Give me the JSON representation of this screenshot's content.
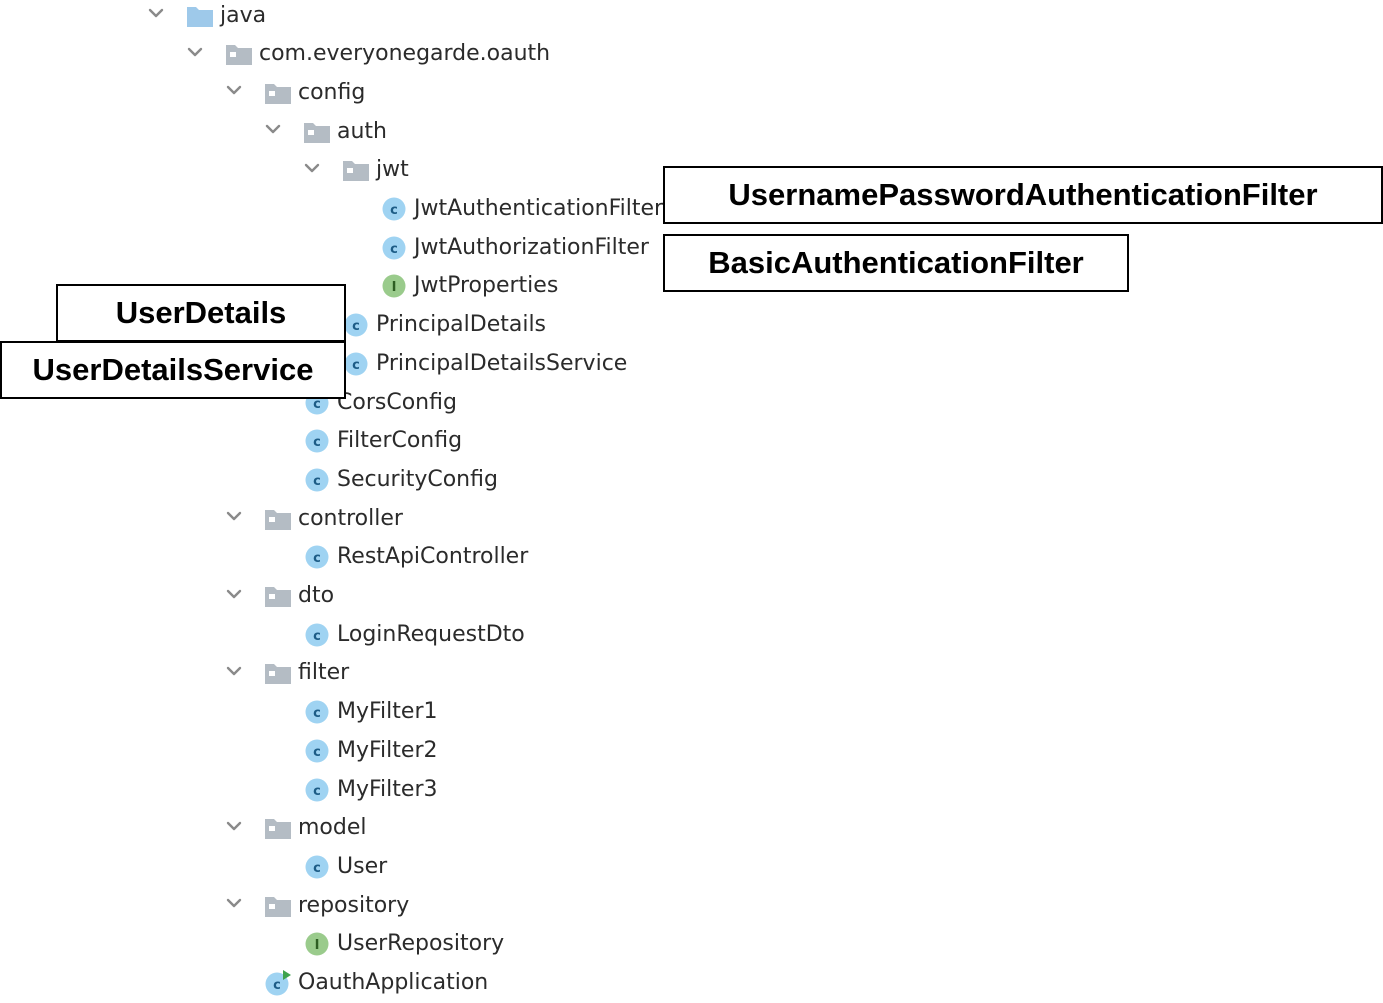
{
  "colors": {
    "folder": "#b4bcc4",
    "folder_java": "#9ec9ea",
    "class_icon_fill": "#9fd3f2",
    "class_icon_letter": "#1d5c86",
    "interface_icon_fill": "#9acb8c",
    "interface_icon_letter": "#2e5e23",
    "chevron": "#8a8a8a",
    "label_text": "#2b2b2b"
  },
  "tree": [
    {
      "label": "java",
      "icon": "folder-icon",
      "expanded": true
    },
    {
      "label": "com.everyonegarde.oauth",
      "icon": "package-icon",
      "expanded": true
    },
    {
      "label": "config",
      "icon": "package-icon",
      "expanded": true
    },
    {
      "label": "auth",
      "icon": "package-icon",
      "expanded": true
    },
    {
      "label": "jwt",
      "icon": "package-icon",
      "expanded": true
    },
    {
      "label": "JwtAuthenticationFilter",
      "icon": "class-icon"
    },
    {
      "label": "JwtAuthorizationFilter",
      "icon": "class-icon"
    },
    {
      "label": "JwtProperties",
      "icon": "interface-icon"
    },
    {
      "label": "PrincipalDetails",
      "icon": "class-icon"
    },
    {
      "label": "PrincipalDetailsService",
      "icon": "class-icon"
    },
    {
      "label": "CorsConfig",
      "icon": "class-icon"
    },
    {
      "label": "FilterConfig",
      "icon": "class-icon"
    },
    {
      "label": "SecurityConfig",
      "icon": "class-icon"
    },
    {
      "label": "controller",
      "icon": "package-icon",
      "expanded": true
    },
    {
      "label": "RestApiController",
      "icon": "class-icon"
    },
    {
      "label": "dto",
      "icon": "package-icon",
      "expanded": true
    },
    {
      "label": "LoginRequestDto",
      "icon": "class-icon"
    },
    {
      "label": "filter",
      "icon": "package-icon",
      "expanded": true
    },
    {
      "label": "MyFilter1",
      "icon": "class-icon"
    },
    {
      "label": "MyFilter2",
      "icon": "class-icon"
    },
    {
      "label": "MyFilter3",
      "icon": "class-icon"
    },
    {
      "label": "model",
      "icon": "package-icon",
      "expanded": true
    },
    {
      "label": "User",
      "icon": "class-icon"
    },
    {
      "label": "repository",
      "icon": "package-icon",
      "expanded": true
    },
    {
      "label": "UserRepository",
      "icon": "interface-icon"
    },
    {
      "label": "OauthApplication",
      "icon": "spring-app-icon"
    }
  ],
  "callouts": {
    "username_password_filter": "UsernamePasswordAuthenticationFilter",
    "basic_auth_filter": "BasicAuthenticationFilter",
    "user_details": "UserDetails",
    "user_details_service": "UserDetailsService"
  }
}
